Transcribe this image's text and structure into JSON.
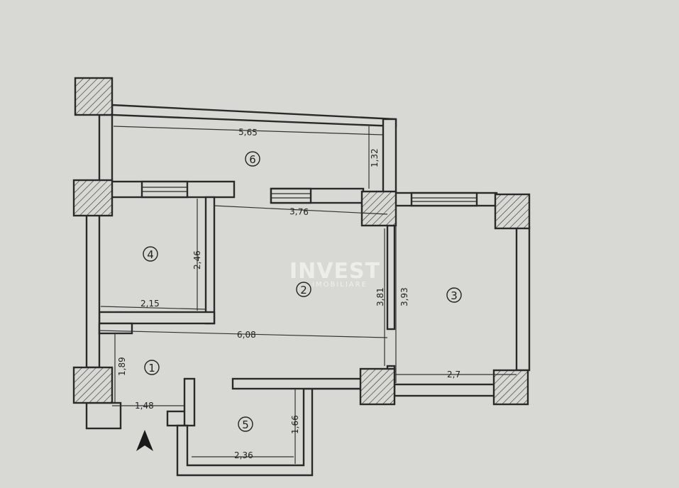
{
  "floorplan": {
    "rooms": [
      {
        "id": "room-1",
        "label": "1"
      },
      {
        "id": "room-2",
        "label": "2"
      },
      {
        "id": "room-3",
        "label": "3"
      },
      {
        "id": "room-4",
        "label": "4"
      },
      {
        "id": "room-5",
        "label": "5"
      },
      {
        "id": "room-6",
        "label": "6"
      }
    ],
    "dimensions": {
      "d_565": "5,65",
      "d_132": "1,32",
      "d_376": "3,76",
      "d_246": "2,46",
      "d_215": "2,15",
      "d_608": "6,08",
      "d_381": "3,81",
      "d_393": "3,93",
      "d_27": "2,7",
      "d_189": "1,89",
      "d_148": "1,48",
      "d_166": "1,66",
      "d_236": "2,36"
    },
    "watermark": {
      "main": "INVEST",
      "sub": "IMOBILIARE"
    },
    "colors": {
      "paper": "#d8d9d5",
      "ink": "#2a2a2a"
    },
    "north_arrow": "north-arrow-icon"
  }
}
